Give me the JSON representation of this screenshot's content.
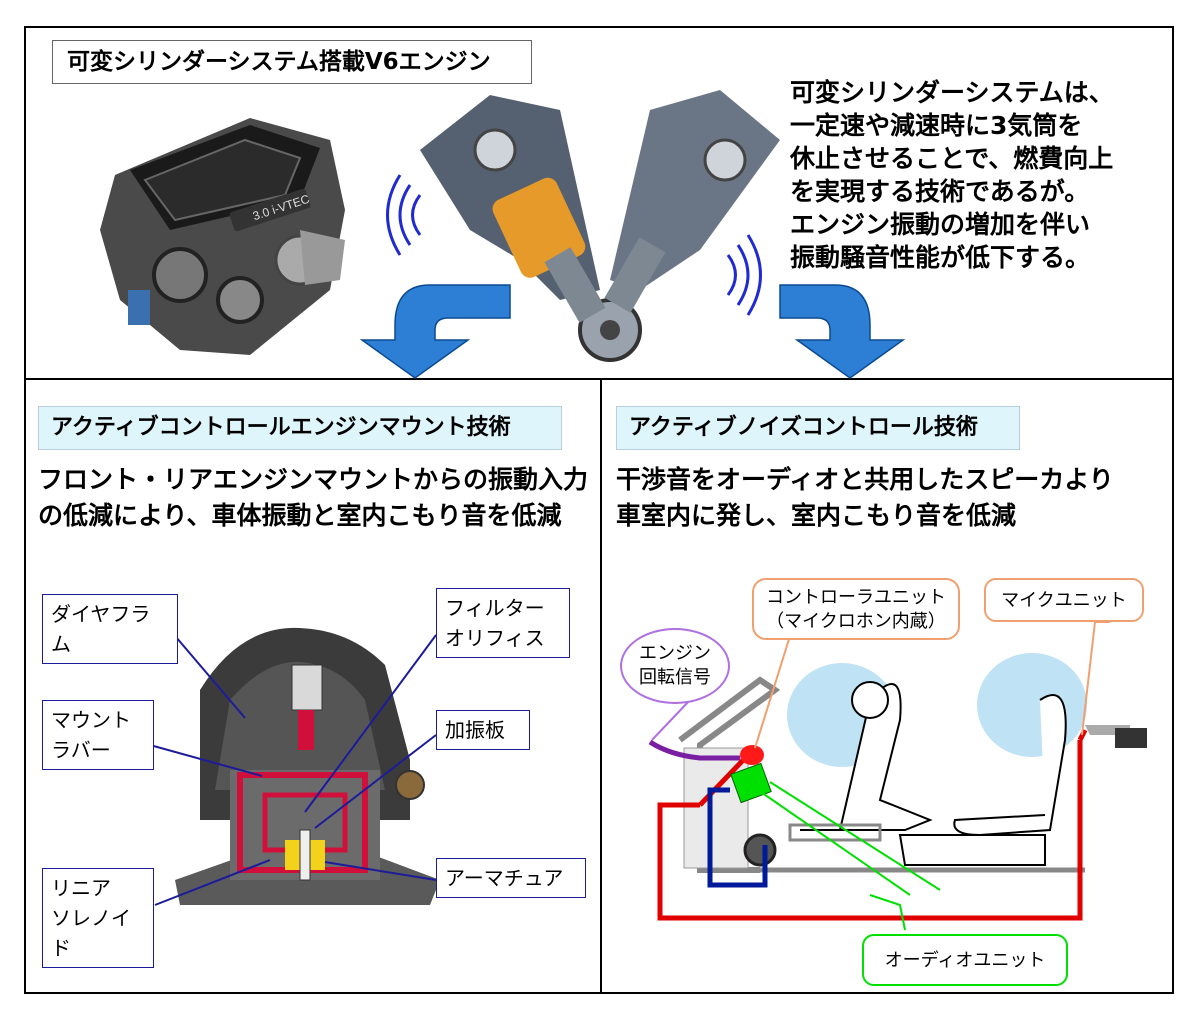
{
  "top": {
    "title": "可変シリンダーシステム搭載V6エンジン",
    "description": "可変シリンダーシステムは、\n一定速や減速時に3気筒を\n休止させることで、燃費向上\nを実現する技術であるが。\nエンジン振動の増加を伴い\n振動騒音性能が低下する。",
    "engine_badge": "3.0 i-VTEC"
  },
  "left_section": {
    "heading": "アクティブコントロールエンジンマウント技術",
    "text": "フロント・リアエンジンマウントからの振動入力\nの低減により、車体振動と室内こもり音を低減",
    "labels": {
      "diaphragm": "ダイヤフラム",
      "mount_rubber": "マウント\nラバー",
      "linear_solenoid": "リニア\nソレノイド",
      "filter_orifice": "フィルター\nオリフィス",
      "exciter_plate": "加振板",
      "armature": "アーマチュア"
    }
  },
  "right_section": {
    "heading": "アクティブノイズコントロール技術",
    "text": "干渉音をオーディオと共用したスピーカより\n車室内に発し、室内こもり音を低減",
    "labels": {
      "engine_signal": "エンジン\n回転信号",
      "controller_unit": "コントローラユニット\n（マイクロホン内蔵）",
      "mic_unit": "マイクユニット",
      "audio_unit": "オーディオユニット"
    }
  },
  "colors": {
    "arrow_blue": "#2d7fd6",
    "heading_bg": "#ddf5fb",
    "label_border": "#1c1c9a",
    "wire_red": "#e00000",
    "wire_blue": "#001a99",
    "wire_purple": "#7a1fa2",
    "speaker_green": "#00e000",
    "bubble_orange": "#f0a070",
    "bubble_purple": "#b070e0",
    "noise_zone": "#bfe3f5"
  }
}
